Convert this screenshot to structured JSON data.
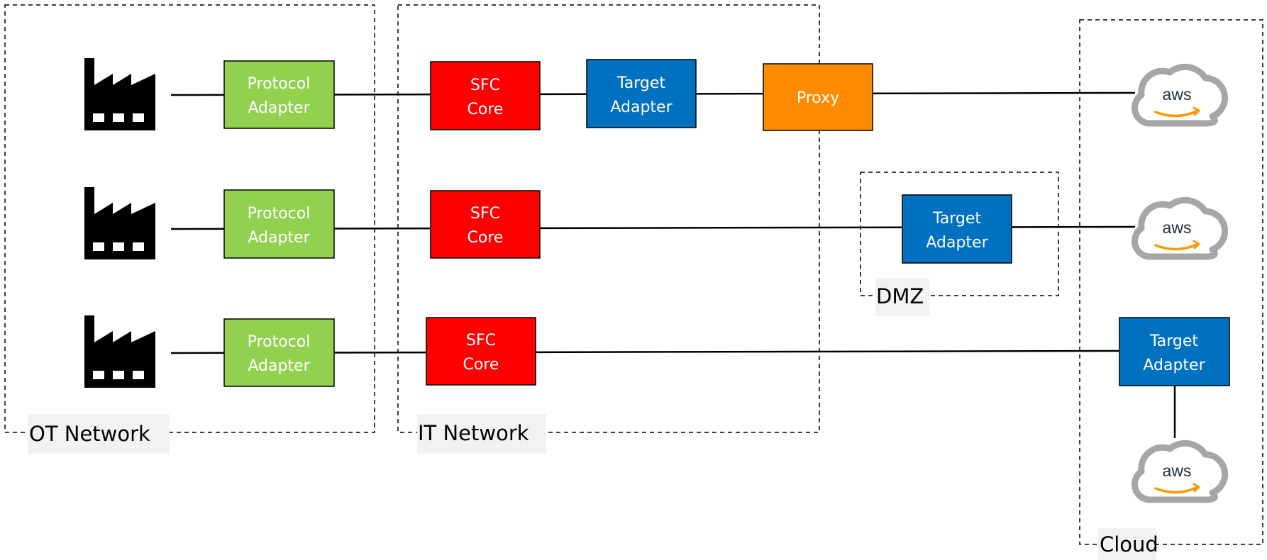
{
  "diagram": {
    "zones": {
      "ot": "OT Network",
      "it": "IT Network",
      "dmz": "DMZ",
      "cloud": "Cloud"
    },
    "boxes": {
      "protocol_adapter": {
        "line1": "Protocol",
        "line2": "Adapter",
        "color": "#92d050"
      },
      "sfc_core": {
        "line1": "SFC",
        "line2": "Core",
        "color": "#ff0000"
      },
      "target_adapter": {
        "line1": "Target",
        "line2": "Adapter",
        "color": "#0070c0"
      },
      "proxy": {
        "label": "Proxy",
        "color": "#ff8c00"
      }
    },
    "aws_label": "aws",
    "colors": {
      "factory": "#000000",
      "line": "#000000",
      "cloud_outline": "#a6a6a6",
      "aws_smile": "#ff9900",
      "label_bg": "#f2f2f2"
    }
  }
}
